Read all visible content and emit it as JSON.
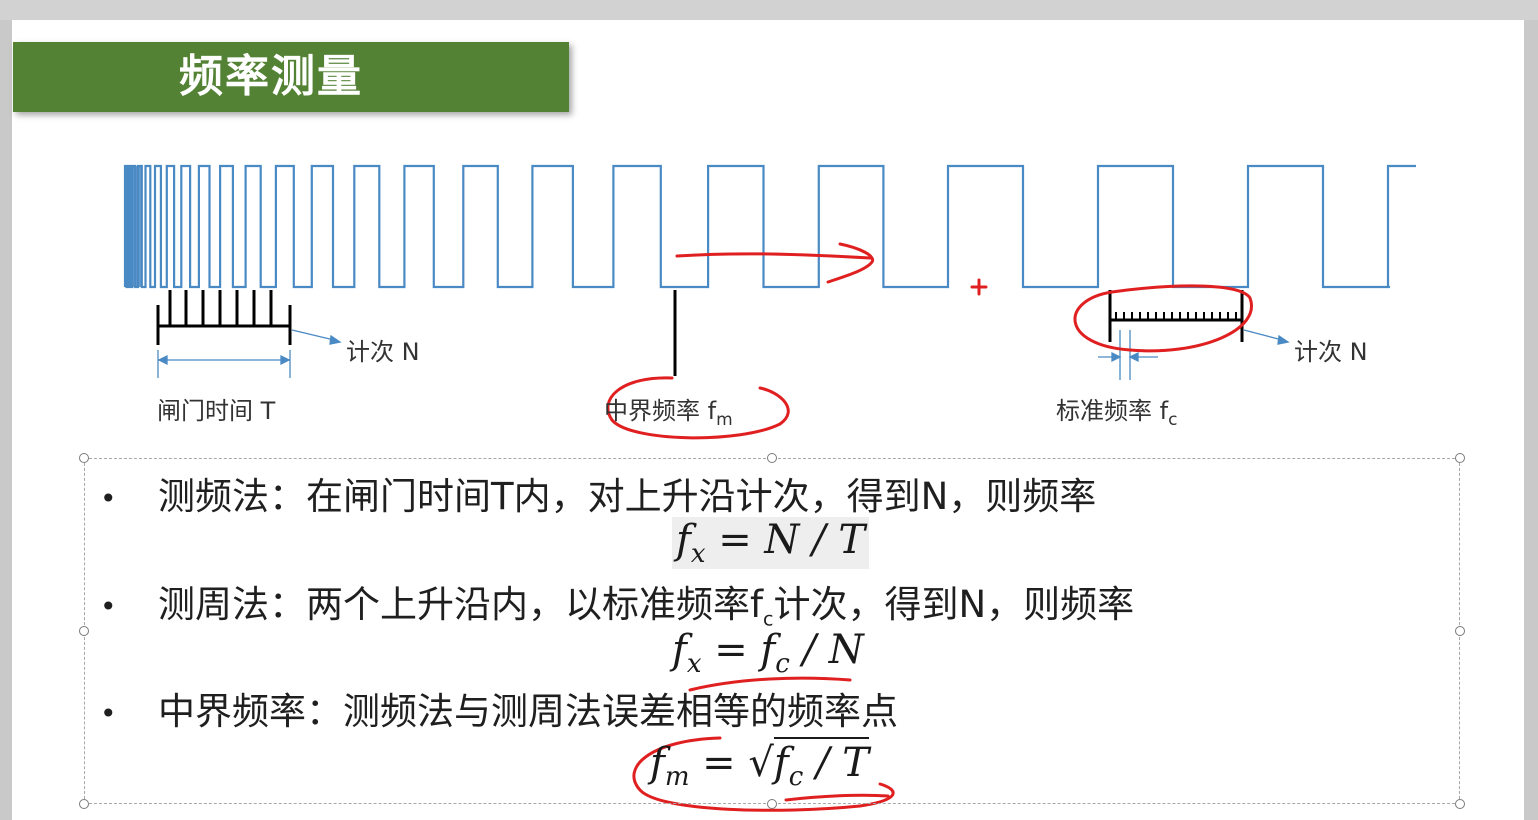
{
  "slide": {
    "title": "频率测量"
  },
  "diagram": {
    "count_left": "计次 N",
    "gate_time": "闸门时间 T",
    "mid_freq_prefix": "中界频率 f",
    "mid_freq_sub": "m",
    "std_freq_prefix": "标准频率 f",
    "std_freq_sub": "c",
    "count_right": "计次 N",
    "signal_color": "#4a8ac4",
    "annotation_color": "#e02020"
  },
  "bullets": [
    {
      "text_a": "测频法：在闸门时间T内，对上升沿计次，得到N，则频率",
      "formula_lhs": "f",
      "formula_lhs_sub": "x",
      "formula_rhs": " = N / T"
    },
    {
      "text_a": "测周法：两个上升沿内，以标准频率f",
      "text_sub": "c",
      "text_b": "计次，得到N，则频率",
      "formula_lhs": "f",
      "formula_lhs_sub": "x",
      "formula_mid": " = f",
      "formula_mid_sub": "c",
      "formula_rhs": " / N"
    },
    {
      "text_a": "中界频率：测频法与测周法误差相等的频率点",
      "formula_lhs": "f",
      "formula_lhs_sub": "m",
      "formula_eq": " = √",
      "formula_inner": "f",
      "formula_inner_sub": "c",
      "formula_inner_rest": " / T"
    }
  ],
  "bullet_glyph": "•"
}
